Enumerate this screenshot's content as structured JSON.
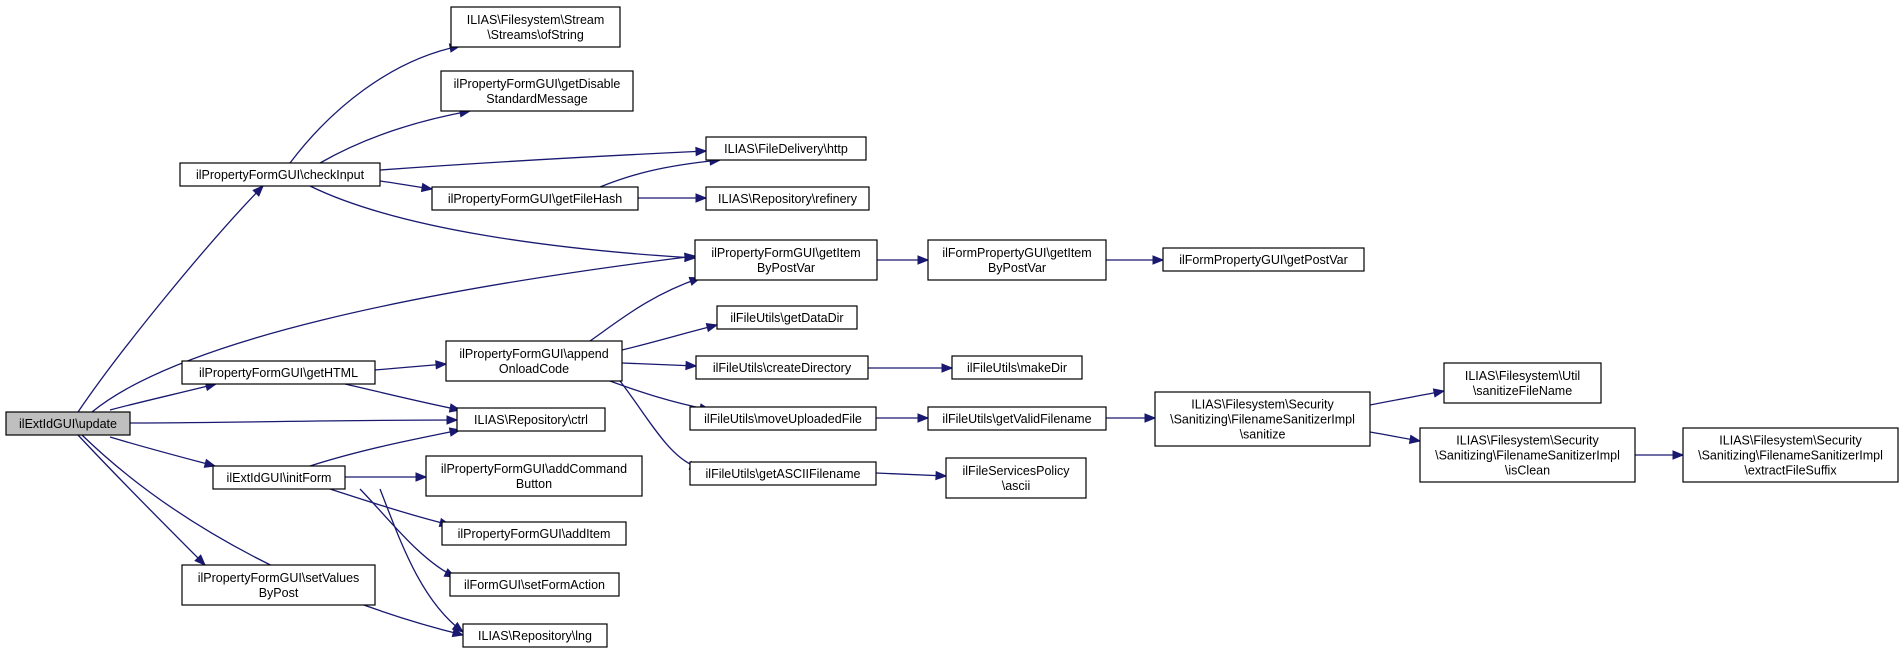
{
  "diagram": {
    "type": "call-graph",
    "colors": {
      "edge": "#191970",
      "node_border": "#000000",
      "root_fill": "#bfbfbf",
      "node_fill": "#ffffff"
    },
    "nodes": [
      {
        "id": "n0",
        "lines": [
          "ilExtIdGUI\\update"
        ],
        "root": true
      },
      {
        "id": "n1",
        "lines": [
          "ilPropertyFormGUI\\checkInput"
        ]
      },
      {
        "id": "n2",
        "lines": [
          "ILIAS\\Filesystem\\Stream",
          "\\Streams\\ofString"
        ]
      },
      {
        "id": "n3",
        "lines": [
          "ilPropertyFormGUI\\getDisable",
          "StandardMessage"
        ]
      },
      {
        "id": "n4",
        "lines": [
          "ILIAS\\FileDelivery\\http"
        ]
      },
      {
        "id": "n5",
        "lines": [
          "ilPropertyFormGUI\\getFileHash"
        ]
      },
      {
        "id": "n6",
        "lines": [
          "ILIAS\\Repository\\refinery"
        ]
      },
      {
        "id": "n7",
        "lines": [
          "ilPropertyFormGUI\\getItem",
          "ByPostVar"
        ]
      },
      {
        "id": "n8",
        "lines": [
          "ilFormPropertyGUI\\getItem",
          "ByPostVar"
        ]
      },
      {
        "id": "n9",
        "lines": [
          "ilFormPropertyGUI\\getPostVar"
        ]
      },
      {
        "id": "n10",
        "lines": [
          "ilPropertyFormGUI\\getHTML"
        ]
      },
      {
        "id": "n11",
        "lines": [
          "ilPropertyFormGUI\\append",
          "OnloadCode"
        ]
      },
      {
        "id": "n12",
        "lines": [
          "ilFileUtils\\getDataDir"
        ]
      },
      {
        "id": "n13",
        "lines": [
          "ilFileUtils\\createDirectory"
        ]
      },
      {
        "id": "n14",
        "lines": [
          "ilFileUtils\\makeDir"
        ]
      },
      {
        "id": "n15",
        "lines": [
          "ILIAS\\Repository\\ctrl"
        ]
      },
      {
        "id": "n16",
        "lines": [
          "ilFileUtils\\moveUploadedFile"
        ]
      },
      {
        "id": "n17",
        "lines": [
          "ilFileUtils\\getValidFilename"
        ]
      },
      {
        "id": "n18",
        "lines": [
          "ILIAS\\Filesystem\\Security",
          "\\Sanitizing\\FilenameSanitizerImpl",
          "\\sanitize"
        ]
      },
      {
        "id": "n19",
        "lines": [
          "ILIAS\\Filesystem\\Util",
          "\\sanitizeFileName"
        ]
      },
      {
        "id": "n20",
        "lines": [
          "ILIAS\\Filesystem\\Security",
          "\\Sanitizing\\FilenameSanitizerImpl",
          "\\isClean"
        ]
      },
      {
        "id": "n21",
        "lines": [
          "ILIAS\\Filesystem\\Security",
          "\\Sanitizing\\FilenameSanitizerImpl",
          "\\extractFileSuffix"
        ]
      },
      {
        "id": "n22",
        "lines": [
          "ilExtIdGUI\\initForm"
        ]
      },
      {
        "id": "n23",
        "lines": [
          "ilFileUtils\\getASCIIFilename"
        ]
      },
      {
        "id": "n24",
        "lines": [
          "ilFileServicesPolicy",
          "\\ascii"
        ]
      },
      {
        "id": "n25",
        "lines": [
          "ilPropertyFormGUI\\addCommand",
          "Button"
        ]
      },
      {
        "id": "n26",
        "lines": [
          "ilPropertyFormGUI\\addItem"
        ]
      },
      {
        "id": "n27",
        "lines": [
          "ilFormGUI\\setFormAction"
        ]
      },
      {
        "id": "n28",
        "lines": [
          "ilPropertyFormGUI\\setValues",
          "ByPost"
        ]
      },
      {
        "id": "n29",
        "lines": [
          "ILIAS\\Repository\\lng"
        ]
      }
    ],
    "edges": [
      [
        "n0",
        "n1"
      ],
      [
        "n0",
        "n7"
      ],
      [
        "n0",
        "n10"
      ],
      [
        "n0",
        "n15"
      ],
      [
        "n0",
        "n22"
      ],
      [
        "n0",
        "n28"
      ],
      [
        "n0",
        "n29"
      ],
      [
        "n1",
        "n2"
      ],
      [
        "n1",
        "n3"
      ],
      [
        "n1",
        "n4"
      ],
      [
        "n1",
        "n5"
      ],
      [
        "n1",
        "n7"
      ],
      [
        "n5",
        "n4"
      ],
      [
        "n5",
        "n6"
      ],
      [
        "n7",
        "n8"
      ],
      [
        "n8",
        "n9"
      ],
      [
        "n10",
        "n11"
      ],
      [
        "n10",
        "n15"
      ],
      [
        "n11",
        "n7"
      ],
      [
        "n11",
        "n12"
      ],
      [
        "n11",
        "n13"
      ],
      [
        "n11",
        "n16"
      ],
      [
        "n11",
        "n23"
      ],
      [
        "n13",
        "n14"
      ],
      [
        "n16",
        "n17"
      ],
      [
        "n17",
        "n18"
      ],
      [
        "n18",
        "n19"
      ],
      [
        "n18",
        "n20"
      ],
      [
        "n20",
        "n21"
      ],
      [
        "n23",
        "n24"
      ],
      [
        "n22",
        "n15"
      ],
      [
        "n22",
        "n25"
      ],
      [
        "n22",
        "n26"
      ],
      [
        "n22",
        "n27"
      ],
      [
        "n22",
        "n29"
      ]
    ]
  }
}
